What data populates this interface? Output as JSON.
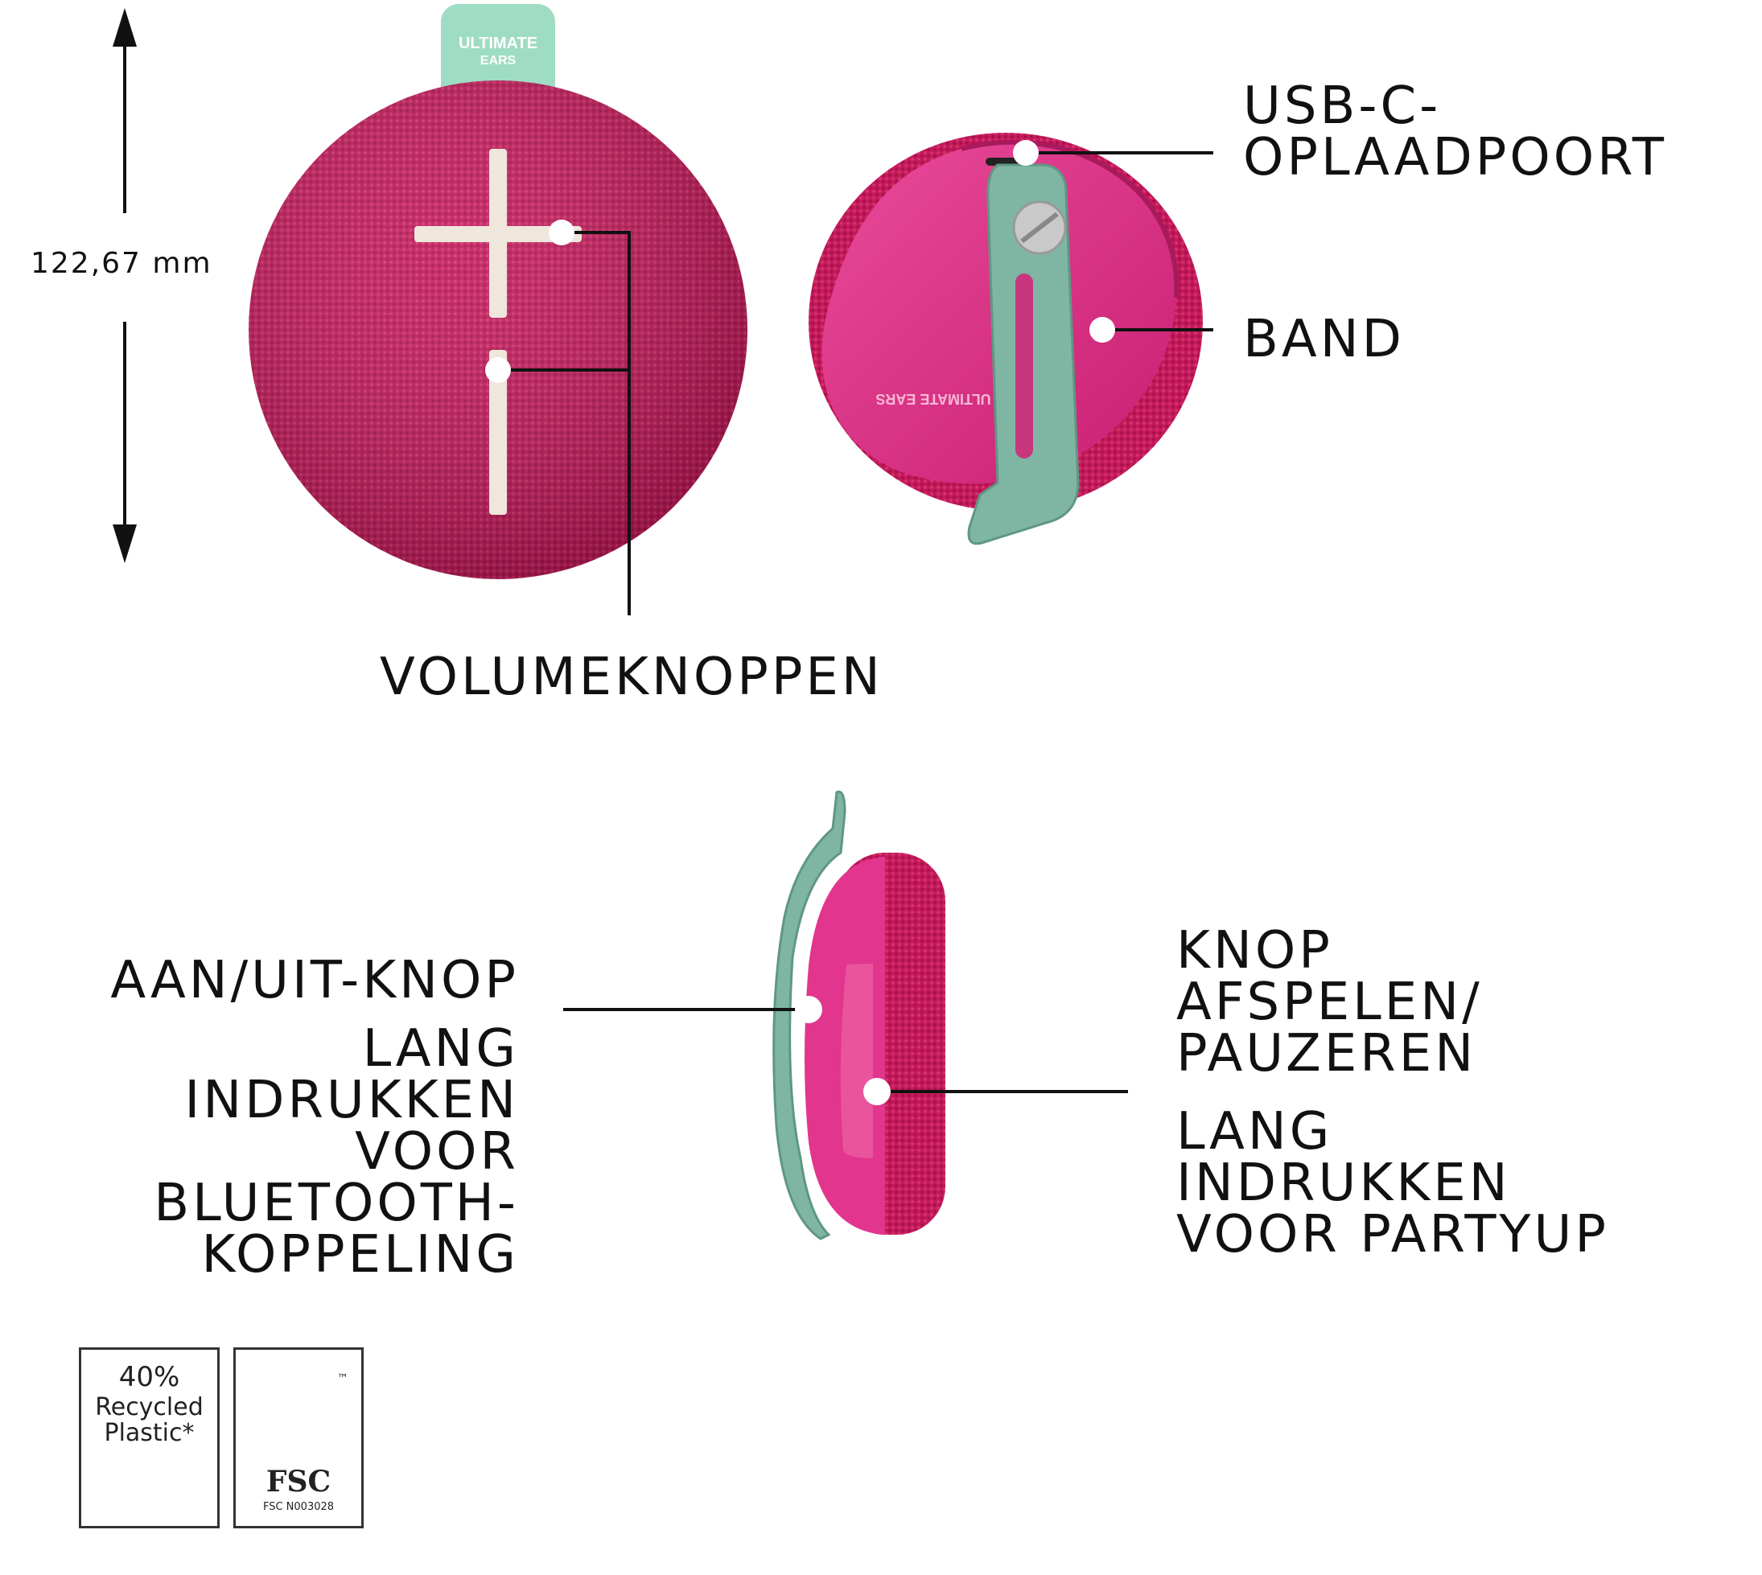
{
  "dimension": {
    "height_label": "122,67 mm"
  },
  "speaker_brand": "ULTIMATE EARS",
  "labels": {
    "usb_port": "USB-C-\nOPLAADPOORT",
    "band": "BAND",
    "volume_buttons": "VOLUMEKNOPPEN",
    "power_button": "AAN/UIT-KNOP",
    "power_button_detail": "LANG\nINDRUKKEN\nVOOR\nBLUETOOTH-\nKOPPELING",
    "play_pause_button": "KNOP\nAFSPELEN/\nPAUZEREN",
    "play_pause_detail": "LANG\nINDRUKKEN\nVOOR PARTYUP"
  },
  "badges": {
    "recycled": {
      "percent": "40%",
      "line1": "Recycled",
      "line2": "Plastic*"
    },
    "fsc": {
      "name": "FSC",
      "code": "FSC N003028",
      "tm": "™"
    }
  },
  "colors": {
    "fabric": "#c4195a",
    "fabric_dark": "#a01048",
    "shell_pink": "#e2358d",
    "strap_green": "#7fb5a3",
    "tab_green": "#9fdcc4",
    "button_cream": "#efe6dc",
    "line": "#111111"
  }
}
